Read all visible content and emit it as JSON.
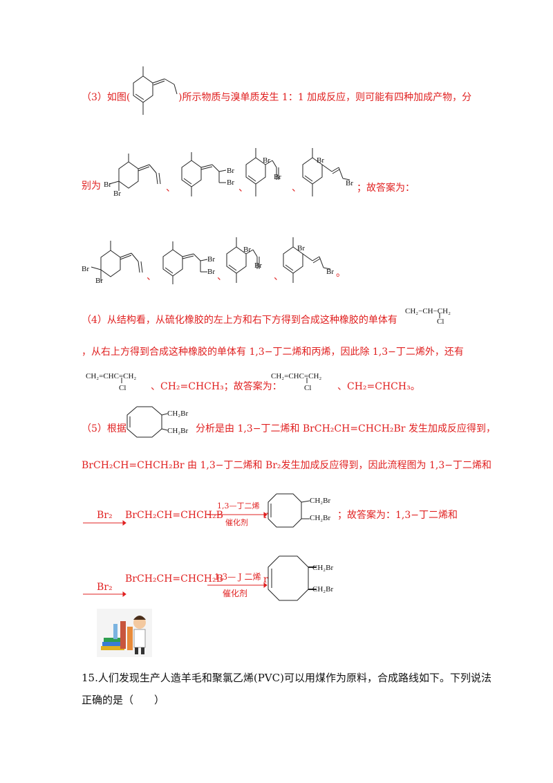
{
  "section3": {
    "line1_a": "（3）如图(",
    "line1_b": ")所示物质与溴单质发生 1：1 加成反应，则可能有四种加成产物，分",
    "line2_a": "别为",
    "sep": "、",
    "line2_end": "；故答案为：",
    "end_mark": "。",
    "Br": "Br"
  },
  "section4": {
    "line1": "（4）从结构看，从硫化橡胶的左上方和右下方得到合成这种橡胶的单体有",
    "line2": "，从右上方得到合成这种橡胶的单体有 1,3−丁二烯和丙烯，因此除 1,3−丁二烯外，还有",
    "chloroprene_top": "CH₂=CHC=CH₂",
    "chloroprene_cl": "Cl",
    "propene": "、CH₂=CHCH₃；故答案为：",
    "propene2": "、CH₂=CHCH₃。",
    "struct_top": "CH₂−CH−CH₂",
    "struct_cl": "Cl"
  },
  "section5": {
    "line1_a": "（5）根据",
    "line1_b": "分析是由 1,3−丁二烯和 BrCH₂CH=CHCH₂Br 发生加成反应得到，",
    "line2": "BrCH₂CH=CHCH₂Br 由 1,3−丁二烯和 Br₂发生加成反应得到，因此流程图为 1,3−丁二烯和",
    "sub1": "CH₂Br",
    "sub2": "CH₂Br",
    "br2": "Br₂",
    "intermediate": "BrCH₂CH=CHCH₂B",
    "cond_top": "1,3—丁二烯",
    "cond_bottom": "催化剂",
    "r": "r",
    "answer": "；故答案为：1,3−丁二烯和",
    "cond_top2": "1,3— J 二烯"
  },
  "question15": {
    "line1": "15.人们发现生产人造羊毛和聚氯乙烯(PVC)可以用煤作为原料，合成路线如下。下列说法",
    "line2": "正确的是（　　）"
  },
  "colors": {
    "answer_red": "#e02020",
    "body_text": "#111111"
  }
}
